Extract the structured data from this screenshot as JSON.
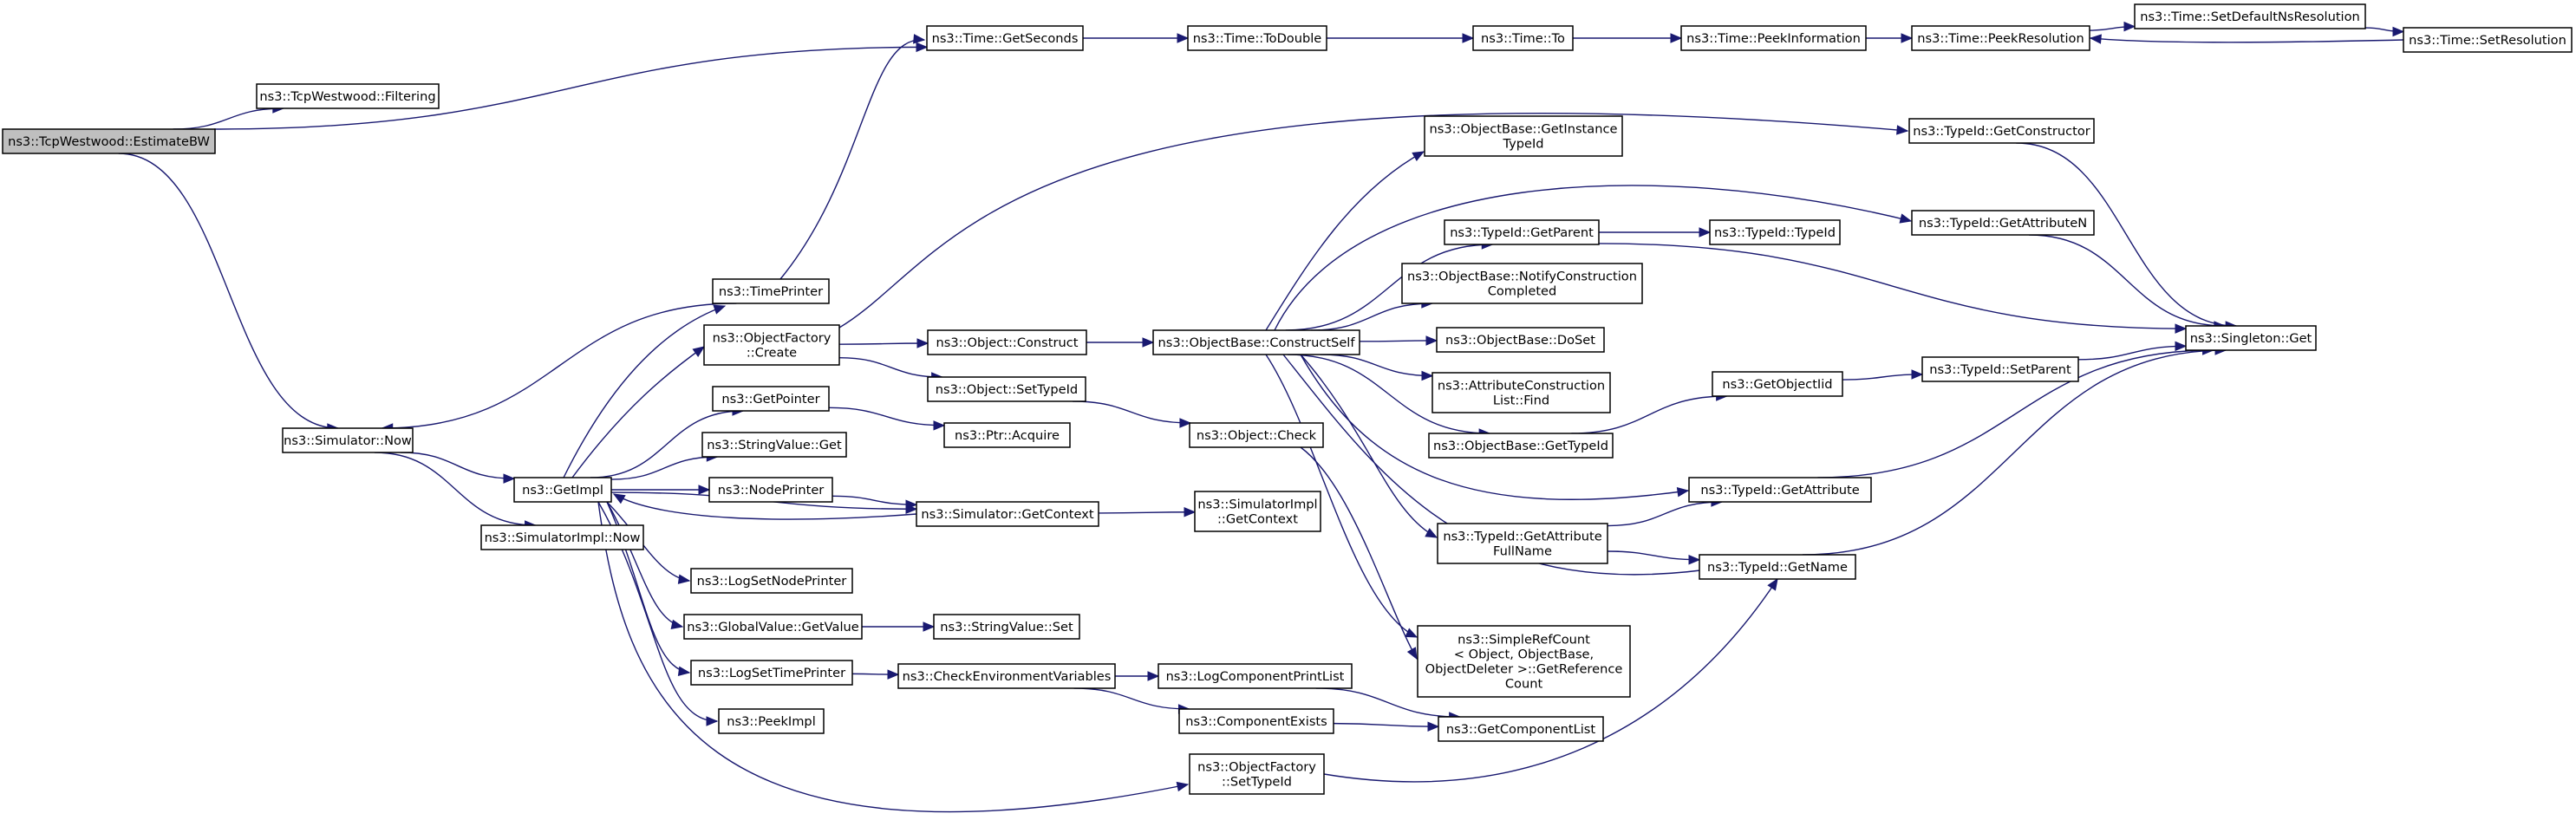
{
  "graph": {
    "colors": {
      "edge": "#191970",
      "node_fill": "#ffffff",
      "root_fill": "#bfbfbf",
      "node_border": "#000000"
    },
    "nodes": {
      "estimate_bw": {
        "lines": [
          "ns3::TcpWestwood::EstimateBW"
        ],
        "root": true
      },
      "filtering": {
        "lines": [
          "ns3::TcpWestwood::Filtering"
        ]
      },
      "get_seconds": {
        "lines": [
          "ns3::Time::GetSeconds"
        ]
      },
      "to_double": {
        "lines": [
          "ns3::Time::ToDouble"
        ]
      },
      "time_to": {
        "lines": [
          "ns3::Time::To"
        ]
      },
      "peek_information": {
        "lines": [
          "ns3::Time::PeekInformation"
        ]
      },
      "peek_resolution": {
        "lines": [
          "ns3::Time::PeekResolution"
        ]
      },
      "set_default_ns_resolution": {
        "lines": [
          "ns3::Time::SetDefaultNsResolution"
        ]
      },
      "set_resolution": {
        "lines": [
          "ns3::Time::SetResolution"
        ]
      },
      "get_constructor": {
        "lines": [
          "ns3::TypeId::GetConstructor"
        ]
      },
      "get_instance_type_id": {
        "lines": [
          "ns3::ObjectBase::GetInstance",
          "TypeId"
        ]
      },
      "get_parent": {
        "lines": [
          "ns3::TypeId::GetParent"
        ]
      },
      "type_id_ctor": {
        "lines": [
          "ns3::TypeId::TypeId"
        ]
      },
      "get_attribute_n": {
        "lines": [
          "ns3::TypeId::GetAttributeN"
        ]
      },
      "notify_construction": {
        "lines": [
          "ns3::ObjectBase::NotifyConstruction",
          "Completed"
        ]
      },
      "time_printer": {
        "lines": [
          "ns3::TimePrinter"
        ]
      },
      "object_factory_create": {
        "lines": [
          "ns3::ObjectFactory",
          "::Create"
        ]
      },
      "object_construct": {
        "lines": [
          "ns3::Object::Construct"
        ]
      },
      "construct_self": {
        "lines": [
          "ns3::ObjectBase::ConstructSelf"
        ]
      },
      "do_set": {
        "lines": [
          "ns3::ObjectBase::DoSet"
        ]
      },
      "singleton_get": {
        "lines": [
          "ns3::Singleton::Get"
        ]
      },
      "attribute_construction_list_find": {
        "lines": [
          "ns3::AttributeConstruction",
          "List::Find"
        ]
      },
      "object_set_type_id": {
        "lines": [
          "ns3::Object::SetTypeId"
        ]
      },
      "get_object_iid": {
        "lines": [
          "ns3::GetObjectIid"
        ]
      },
      "type_id_set_parent": {
        "lines": [
          "ns3::TypeId::SetParent"
        ]
      },
      "get_pointer": {
        "lines": [
          "ns3::GetPointer"
        ]
      },
      "ptr_acquire": {
        "lines": [
          "ns3::Ptr::Acquire"
        ]
      },
      "object_check": {
        "lines": [
          "ns3::Object::Check"
        ]
      },
      "object_base_get_type_id": {
        "lines": [
          "ns3::ObjectBase::GetTypeId"
        ]
      },
      "simulator_now": {
        "lines": [
          "ns3::Simulator::Now"
        ]
      },
      "string_value_get": {
        "lines": [
          "ns3::StringValue::Get"
        ]
      },
      "get_impl": {
        "lines": [
          "ns3::GetImpl"
        ]
      },
      "node_printer": {
        "lines": [
          "ns3::NodePrinter"
        ]
      },
      "type_id_get_attribute": {
        "lines": [
          "ns3::TypeId::GetAttribute"
        ]
      },
      "simulator_get_context": {
        "lines": [
          "ns3::Simulator::GetContext"
        ]
      },
      "simulator_impl_get_context": {
        "lines": [
          "ns3::SimulatorImpl",
          "::GetContext"
        ]
      },
      "get_attribute_full_name": {
        "lines": [
          "ns3::TypeId::GetAttribute",
          "FullName"
        ]
      },
      "simulator_impl_now": {
        "lines": [
          "ns3::SimulatorImpl::Now"
        ]
      },
      "type_id_get_name": {
        "lines": [
          "ns3::TypeId::GetName"
        ]
      },
      "log_set_node_printer": {
        "lines": [
          "ns3::LogSetNodePrinter"
        ]
      },
      "global_value_get_value": {
        "lines": [
          "ns3::GlobalValue::GetValue"
        ]
      },
      "string_value_set": {
        "lines": [
          "ns3::StringValue::Set"
        ]
      },
      "simple_ref_count_get_reference_count": {
        "lines": [
          "ns3::SimpleRefCount",
          "< Object, ObjectBase,",
          "ObjectDeleter >::GetReference",
          "Count"
        ]
      },
      "log_set_time_printer": {
        "lines": [
          "ns3::LogSetTimePrinter"
        ]
      },
      "check_environment_variables": {
        "lines": [
          "ns3::CheckEnvironmentVariables"
        ]
      },
      "log_component_print_list": {
        "lines": [
          "ns3::LogComponentPrintList"
        ]
      },
      "peek_impl": {
        "lines": [
          "ns3::PeekImpl"
        ]
      },
      "component_exists": {
        "lines": [
          "ns3::ComponentExists"
        ]
      },
      "get_component_list": {
        "lines": [
          "ns3::GetComponentList"
        ]
      },
      "object_factory_set_type_id": {
        "lines": [
          "ns3::ObjectFactory",
          "::SetTypeId"
        ]
      }
    },
    "edges": [
      [
        "estimate_bw",
        "filtering"
      ],
      [
        "estimate_bw",
        "get_seconds"
      ],
      [
        "estimate_bw",
        "simulator_now"
      ],
      [
        "get_seconds",
        "to_double"
      ],
      [
        "to_double",
        "time_to"
      ],
      [
        "time_to",
        "peek_information"
      ],
      [
        "peek_information",
        "peek_resolution"
      ],
      [
        "peek_resolution",
        "set_default_ns_resolution"
      ],
      [
        "set_default_ns_resolution",
        "set_resolution"
      ],
      [
        "set_resolution",
        "peek_resolution"
      ],
      [
        "time_printer",
        "get_seconds"
      ],
      [
        "time_printer",
        "simulator_now"
      ],
      [
        "simulator_now",
        "get_impl"
      ],
      [
        "simulator_now",
        "simulator_impl_now"
      ],
      [
        "get_impl",
        "time_printer"
      ],
      [
        "get_impl",
        "object_factory_create"
      ],
      [
        "get_impl",
        "get_pointer"
      ],
      [
        "get_impl",
        "string_value_get"
      ],
      [
        "get_impl",
        "node_printer"
      ],
      [
        "get_impl",
        "simulator_get_context"
      ],
      [
        "get_impl",
        "log_set_node_printer"
      ],
      [
        "get_impl",
        "global_value_get_value"
      ],
      [
        "get_impl",
        "log_set_time_printer"
      ],
      [
        "get_impl",
        "peek_impl"
      ],
      [
        "get_impl",
        "object_factory_set_type_id"
      ],
      [
        "simulator_get_context",
        "get_impl"
      ],
      [
        "object_factory_create",
        "get_constructor"
      ],
      [
        "object_factory_create",
        "object_construct"
      ],
      [
        "object_factory_create",
        "object_set_type_id"
      ],
      [
        "object_construct",
        "construct_self"
      ],
      [
        "construct_self",
        "get_instance_type_id"
      ],
      [
        "construct_self",
        "get_attribute_n"
      ],
      [
        "construct_self",
        "get_parent"
      ],
      [
        "construct_self",
        "notify_construction"
      ],
      [
        "construct_self",
        "do_set"
      ],
      [
        "construct_self",
        "attribute_construction_list_find"
      ],
      [
        "construct_self",
        "object_base_get_type_id"
      ],
      [
        "construct_self",
        "type_id_get_attribute"
      ],
      [
        "construct_self",
        "get_attribute_full_name"
      ],
      [
        "construct_self",
        "type_id_get_name"
      ],
      [
        "construct_self",
        "simple_ref_count_get_reference_count"
      ],
      [
        "get_parent",
        "type_id_ctor"
      ],
      [
        "get_parent",
        "singleton_get"
      ],
      [
        "get_constructor",
        "singleton_get"
      ],
      [
        "get_attribute_n",
        "singleton_get"
      ],
      [
        "object_base_get_type_id",
        "get_object_iid"
      ],
      [
        "get_object_iid",
        "type_id_set_parent"
      ],
      [
        "type_id_set_parent",
        "singleton_get"
      ],
      [
        "type_id_get_attribute",
        "singleton_get"
      ],
      [
        "get_attribute_full_name",
        "type_id_get_attribute"
      ],
      [
        "get_attribute_full_name",
        "type_id_get_name"
      ],
      [
        "type_id_get_name",
        "singleton_get"
      ],
      [
        "get_pointer",
        "ptr_acquire"
      ],
      [
        "object_set_type_id",
        "object_check"
      ],
      [
        "object_check",
        "simple_ref_count_get_reference_count"
      ],
      [
        "node_printer",
        "simulator_get_context"
      ],
      [
        "simulator_get_context",
        "simulator_impl_get_context"
      ],
      [
        "global_value_get_value",
        "string_value_set"
      ],
      [
        "log_set_time_printer",
        "check_environment_variables"
      ],
      [
        "check_environment_variables",
        "log_component_print_list"
      ],
      [
        "check_environment_variables",
        "component_exists"
      ],
      [
        "log_component_print_list",
        "get_component_list"
      ],
      [
        "component_exists",
        "get_component_list"
      ],
      [
        "object_factory_set_type_id",
        "type_id_get_name"
      ]
    ]
  }
}
